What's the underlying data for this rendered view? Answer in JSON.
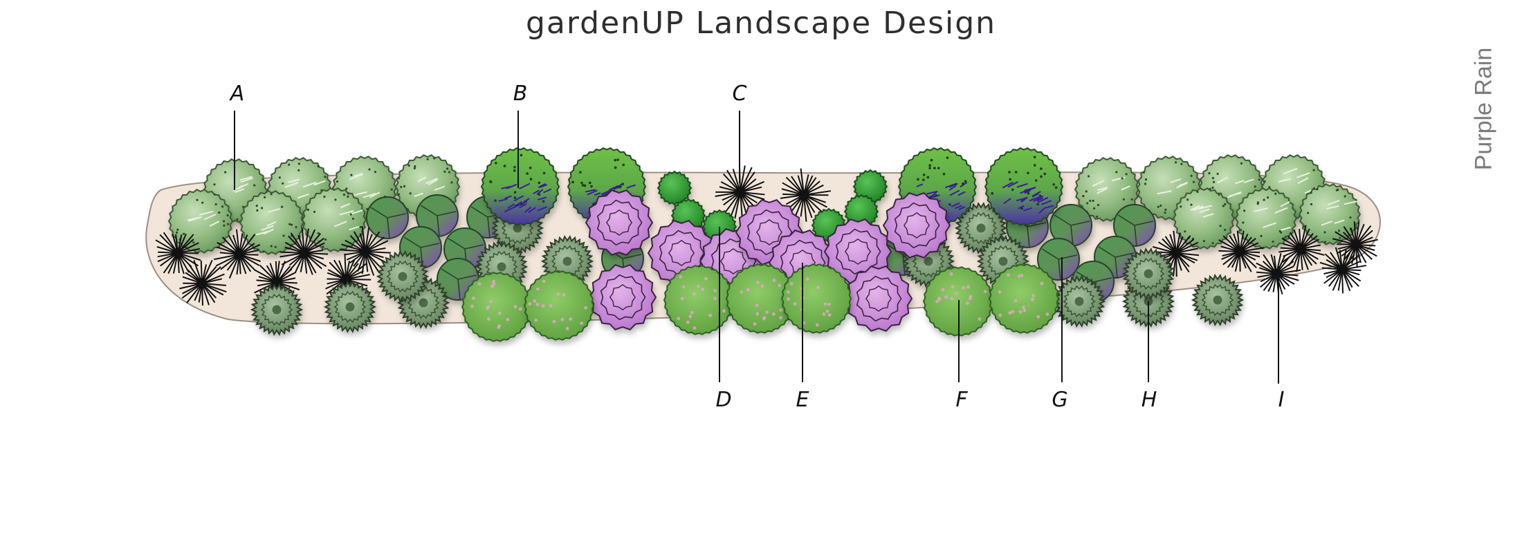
{
  "title": "gardenUP Landscape Design",
  "subtitle": "Purple Rain",
  "labels": [
    "A",
    "B",
    "C",
    "D",
    "E",
    "F",
    "G",
    "H",
    "I"
  ],
  "colors": {
    "bed": "#f2e6da",
    "bed_edge": "#9a8f84",
    "shrub_light": "#95bd84",
    "shrub_dark": "#70a870",
    "grass_dark": "#6f8f6a",
    "bright_green": "#2f9a2f",
    "purple": "#8b43c8",
    "pink_flower": "#c98ad8",
    "lime": "#78b954",
    "spiky_black": "#111111"
  }
}
